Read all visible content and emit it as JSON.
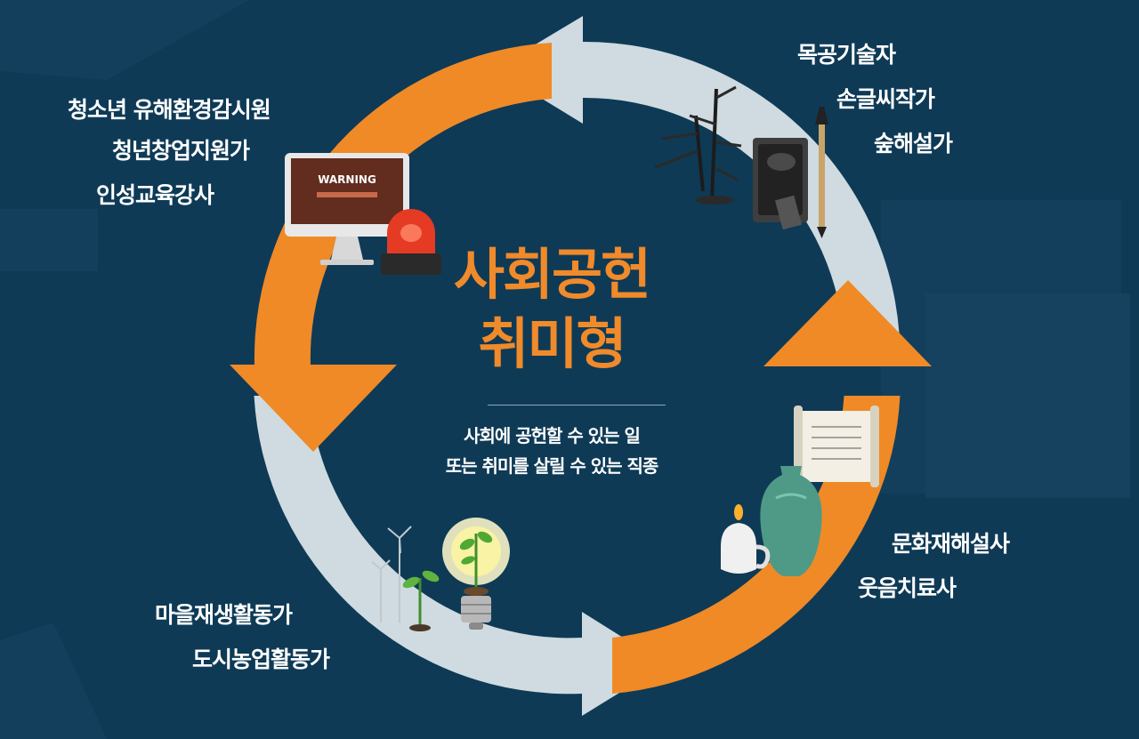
{
  "center": {
    "title_line1": "사회공헌",
    "title_line2": "취미형",
    "subtitle_line1": "사회에 공헌할 수 있는 일",
    "subtitle_line2": "또는 취미를 살릴 수 있는 직종"
  },
  "groups": {
    "top_left": [
      "청소년 유해환경감시원",
      "청년창업지원가",
      "인성교육강사"
    ],
    "top_right": [
      "목공기술자",
      "손글씨작가",
      "숲해설가"
    ],
    "bottom_right": [
      "문화재해설사",
      "웃음치료사"
    ],
    "bottom_left": [
      "마을재생활동가",
      "도시농업활동가"
    ]
  },
  "illustrations": {
    "monitor_text": "WARNING"
  },
  "colors": {
    "background": "#0e3a56",
    "orange": "#ef8a27",
    "light": "#cfdbe0",
    "title": "#f08a2a"
  },
  "icons": [
    "monitor-warning-icon",
    "siren-icon",
    "bamboo-ink-icon",
    "brush-icon",
    "scroll-icon",
    "celadon-vase-icon",
    "candle-icon",
    "lightbulb-sprout-icon",
    "wind-turbine-icon"
  ]
}
